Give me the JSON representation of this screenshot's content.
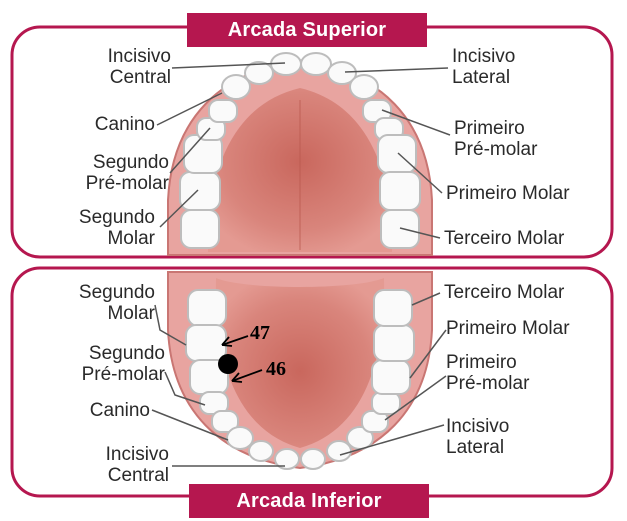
{
  "upper_arch": {
    "title": "Arcada Superior",
    "left_labels": {
      "central_incisor_1": "Incisivo",
      "central_incisor_2": "Central",
      "canine": "Canino",
      "second_premolar_1": "Segundo",
      "second_premolar_2": "Pré-molar",
      "second_molar_1": "Segundo",
      "second_molar_2": "Molar"
    },
    "right_labels": {
      "lateral_incisor_1": "Incisivo",
      "lateral_incisor_2": "Lateral",
      "first_premolar_1": "Primeiro",
      "first_premolar_2": "Pré-molar",
      "first_molar": "Primeiro Molar",
      "third_molar": "Terceiro Molar"
    }
  },
  "lower_arch": {
    "title": "Arcada Inferior",
    "left_labels": {
      "second_molar_1": "Segundo",
      "second_molar_2": "Molar",
      "second_premolar_1": "Segundo",
      "second_premolar_2": "Pré-molar",
      "canine": "Canino",
      "central_incisor_1": "Incisivo",
      "central_incisor_2": "Central"
    },
    "right_labels": {
      "third_molar": "Terceiro Molar",
      "first_molar": "Primeiro Molar",
      "first_premolar_1": "Primeiro",
      "first_premolar_2": "Pré-molar",
      "lateral_incisor_1": "Incisivo",
      "lateral_incisor_2": "Lateral"
    }
  },
  "annotations": {
    "tooth_47": "47",
    "tooth_46": "46"
  },
  "colors": {
    "frame": "#b5174f",
    "banner": "#b5174f",
    "gum": "#e8a4a0",
    "gum_edge": "#c97673",
    "palate": "#d9857c",
    "palate_center": "#c8695f",
    "tooth": "#fafafa",
    "tooth_shade": "#bdbdbd",
    "leader": "#555555"
  }
}
